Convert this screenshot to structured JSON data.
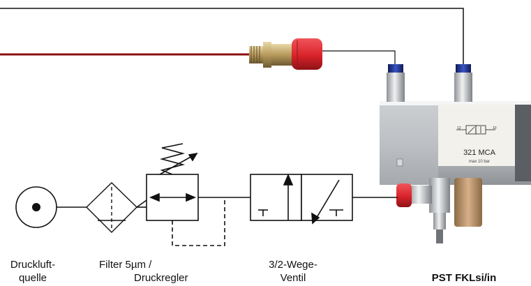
{
  "labels": {
    "source": [
      "Druckluft-",
      "quelle"
    ],
    "filter": [
      "Filter 5µm /",
      "Druckregler"
    ],
    "valve": [
      "3/2-Wege-",
      "Ventil"
    ],
    "product": "PST FKLsi/in"
  },
  "valve_marking": {
    "model": "321 MCA",
    "pressure": "max 10 bar"
  },
  "colors": {
    "line": "#111111",
    "signal_line": "#8b0f0f",
    "valve_body": "#c7cacd",
    "valve_label_plate": "#f2f1ec",
    "push_fitting": "#1c2f86",
    "red_cap": "#d8232a",
    "brass": "#c9b07a",
    "silencer": "#c89a6a"
  }
}
